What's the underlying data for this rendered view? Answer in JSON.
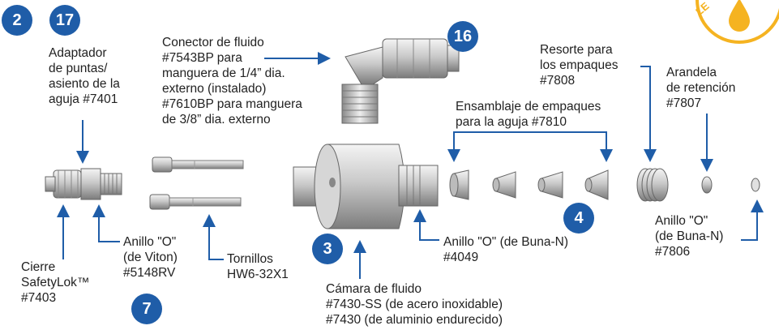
{
  "colors": {
    "accent": "#1f5da8",
    "logo": "#f5b321",
    "text": "#222222"
  },
  "badges": {
    "b2": "2",
    "b17": "17",
    "b16": "16",
    "b3": "3",
    "b4": "4",
    "b7": "7"
  },
  "logo": {
    "text": "LE"
  },
  "labels": {
    "adaptador": "Adaptador\nde puntas/\nasiento de la\naguja #7401",
    "conector": "Conector de fluido\n#7543BP para\nmanguera de 1/4” dia.\nexterno (instalado)\n#7610BP para manguera\nde 3/8” dia. externo",
    "cierre": "Cierre\nSafetyLok™\n#7403",
    "anillo_viton": "Anillo \"O\"\n(de Viton)\n#5148RV",
    "tornillos": "Tornillos\nHW6-32X1",
    "camara": "Cámara de fluido\n#7430-SS (de acero inoxidable)\n#7430 (de aluminio endurecido)",
    "anillo_buna": "Anillo \"O\" (de Buna-N)\n#4049",
    "ensamblaje": "Ensamblaje de empaques\npara la aguja #7810",
    "resorte": "Resorte para\nlos empaques\n#7808",
    "arandela": "Arandela\nde retención\n#7807",
    "anillo_7806": "Anillo \"O\"\n(de Buna-N)\n#7806"
  }
}
